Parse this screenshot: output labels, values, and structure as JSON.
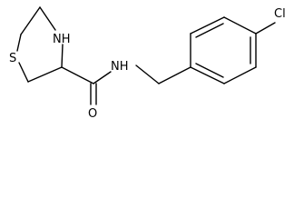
{
  "molecule": {
    "atoms": {
      "sulfur": "S",
      "ring_nitrogen": "NH",
      "amide_nitrogen": "NH",
      "carbonyl_oxygen": "O",
      "chlorine": "Cl"
    }
  }
}
